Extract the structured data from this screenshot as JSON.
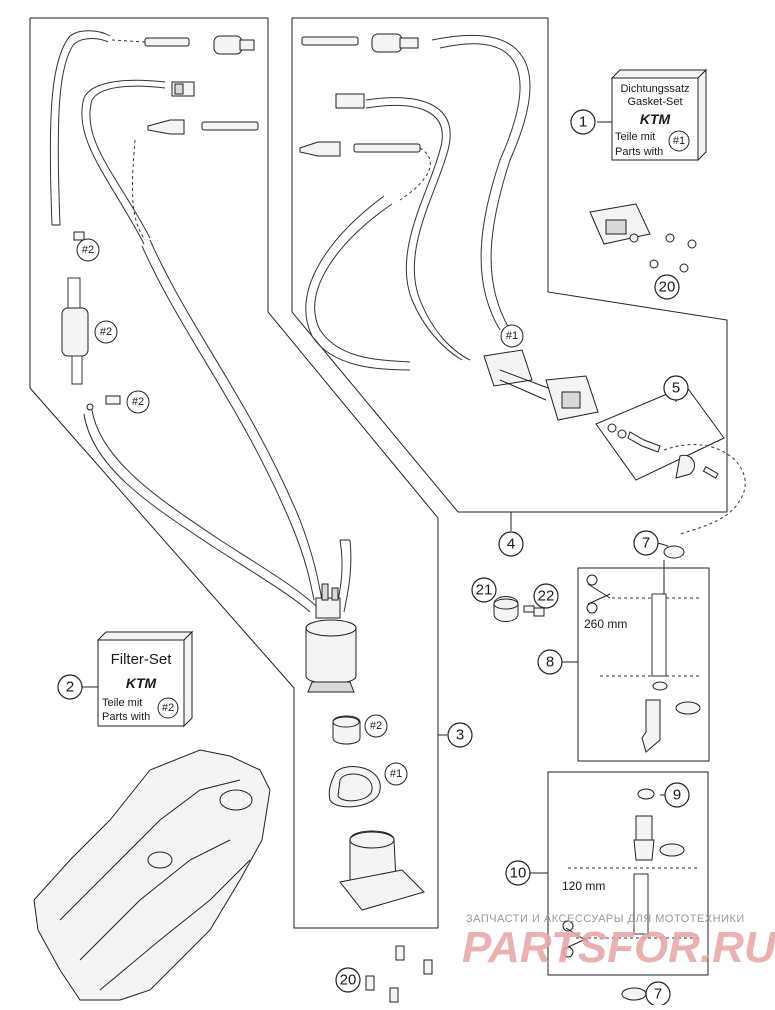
{
  "callouts": {
    "c1": "1",
    "c2": "2",
    "c3": "3",
    "c4": "4",
    "c5": "5",
    "c7a": "7",
    "c7b": "7",
    "c8": "8",
    "c9": "9",
    "c10": "10",
    "c20a": "20",
    "c20b": "20",
    "c21": "21",
    "c22": "22"
  },
  "refs": {
    "r1": "#1",
    "r2": "#2"
  },
  "gasket_set": {
    "line1": "Dichtungssatz",
    "line2": "Gasket-Set",
    "brand": "KTM",
    "line3": "Teile mit",
    "line4": "Parts with",
    "ref": "#1"
  },
  "filter_set": {
    "line1": "Filter-Set",
    "brand": "KTM",
    "line3": "Teile mit",
    "line4": "Parts with",
    "ref": "#2"
  },
  "dimensions": {
    "hose_8": "260 mm",
    "hose_10": "120 mm"
  },
  "watermark": {
    "caption": "ЗАПЧАСТИ И АКСЕССУАРЫ ДЛЯ МОТОТЕХНИКИ",
    "logo": "PARTSFOR.RU"
  }
}
